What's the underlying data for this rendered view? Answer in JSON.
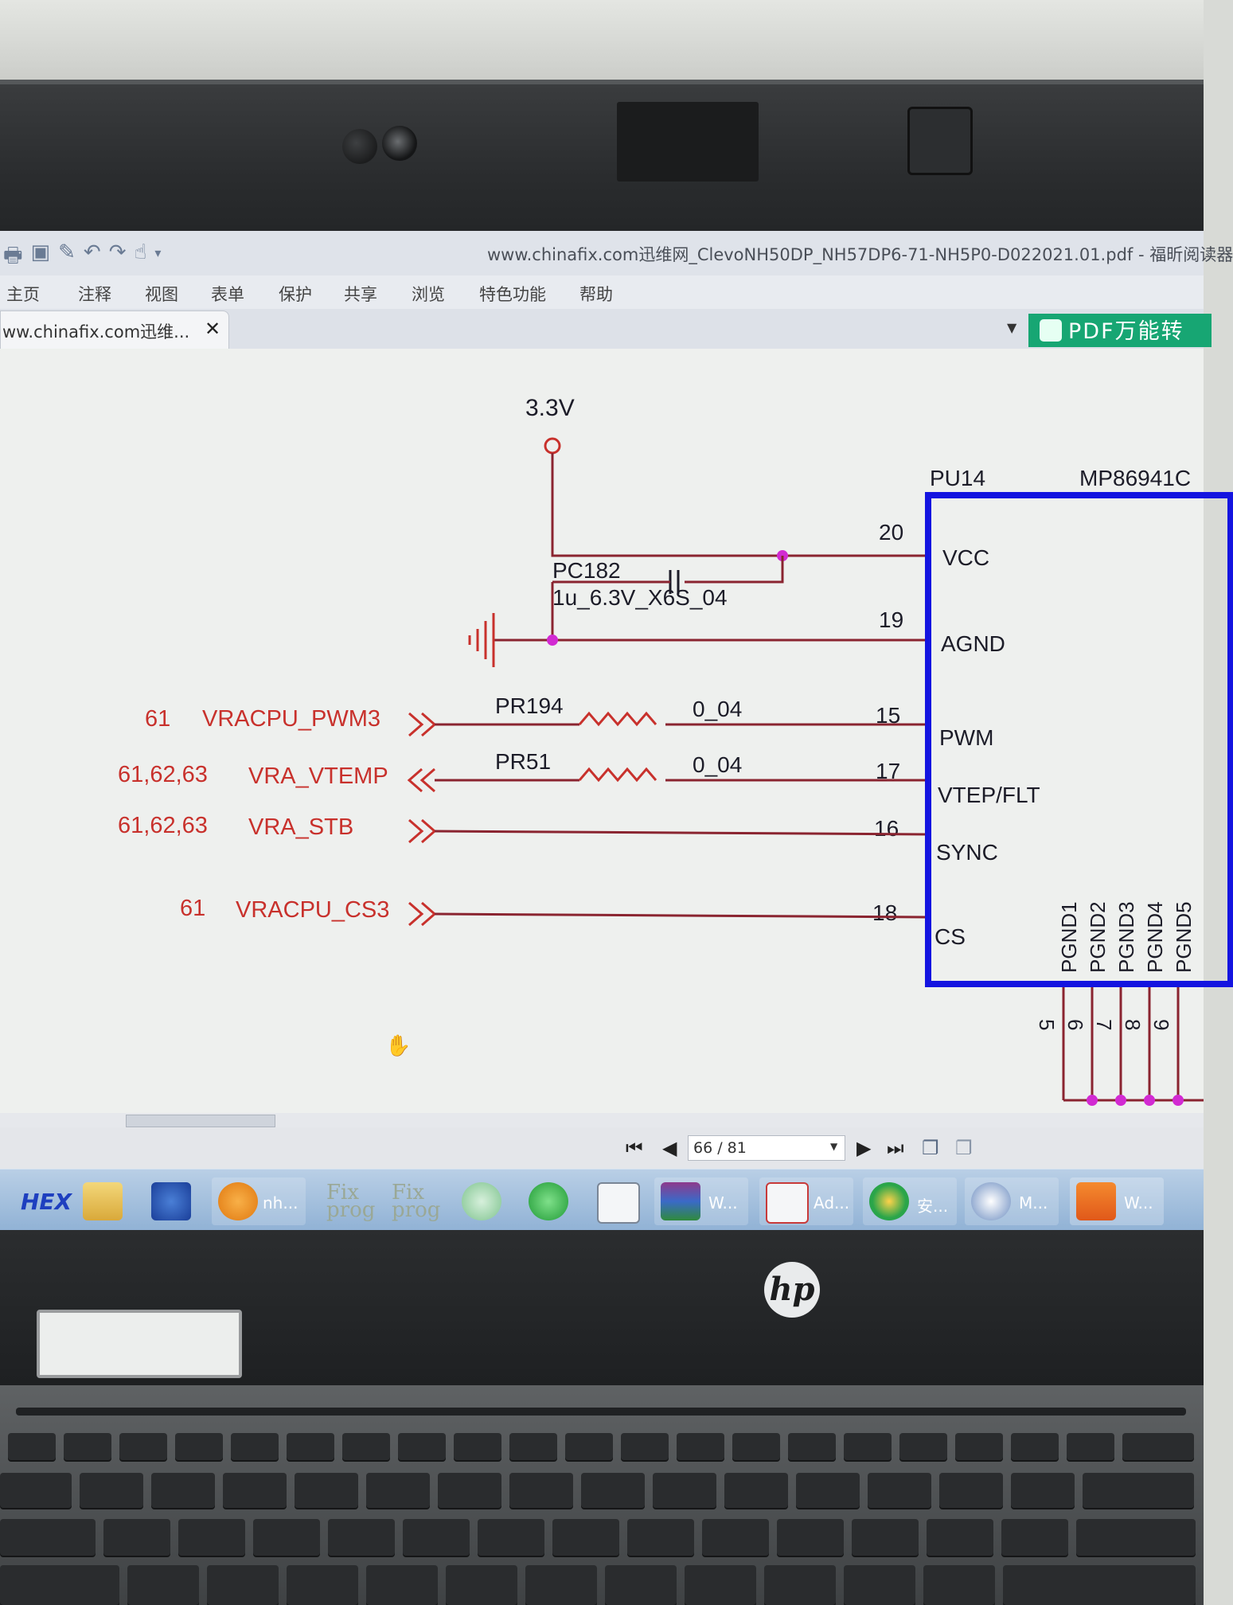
{
  "window": {
    "title": "www.chinafix.com迅维网_ClevoNH50DP_NH57DP6-71-NH5P0-D022021.01.pdf - 福昕阅读器",
    "quick_access": [
      "print-icon",
      "save-icon",
      "open-icon",
      "undo-icon",
      "redo-icon",
      "hand-tool-icon",
      "customize-dropdown-icon"
    ]
  },
  "menu": [
    "主页",
    "注释",
    "视图",
    "表单",
    "保护",
    "共享",
    "浏览",
    "特色功能",
    "帮助"
  ],
  "tab": {
    "label": "ww.chinafix.com迅维...",
    "close": "✕"
  },
  "promo": {
    "label": "PDF万能转"
  },
  "schematic": {
    "power_label": "3.3V",
    "ic_ref": "PU14",
    "ic_part": "MP86941C",
    "cap_ref": "PC182",
    "cap_value": "1u_6.3V_X6S_04",
    "pins": [
      {
        "num": "20",
        "name": "VCC"
      },
      {
        "num": "19",
        "name": "AGND"
      },
      {
        "num": "15",
        "name": "PWM"
      },
      {
        "num": "17",
        "name": "VTEP/FLT"
      },
      {
        "num": "16",
        "name": "SYNC"
      },
      {
        "num": "18",
        "name": "CS"
      }
    ],
    "signals": [
      {
        "pages": "61",
        "net": "VRACPU_PWM3",
        "res_ref": "PR194",
        "res_val": "0_04"
      },
      {
        "pages": "61,62,63",
        "net": "VRA_VTEMP",
        "res_ref": "PR51",
        "res_val": "0_04"
      },
      {
        "pages": "61,62,63",
        "net": "VRA_STB"
      },
      {
        "pages": "61",
        "net": "VRACPU_CS3"
      }
    ],
    "pgnd_pins": [
      {
        "name": "PGND1",
        "num": "5"
      },
      {
        "name": "PGND2",
        "num": "6"
      },
      {
        "name": "PGND3",
        "num": "7"
      },
      {
        "name": "PGND4",
        "num": "8"
      },
      {
        "name": "PGND5",
        "num": "9"
      }
    ],
    "colors": {
      "wire": "#c8312c",
      "ic_border": "#1414e0",
      "junction": "#d22ad2",
      "text": "#1c1c28",
      "net_text": "#c8312c"
    }
  },
  "navigation": {
    "page_indicator": "66 / 81"
  },
  "taskbar": {
    "items": [
      {
        "icon": "hex-app-icon",
        "label": "HEX"
      },
      {
        "icon": "folder-icon",
        "label": ""
      },
      {
        "icon": "media-icon",
        "label": ""
      },
      {
        "icon": "search-app-icon",
        "label": "nh..."
      },
      {
        "icon": "fixprog-icon",
        "label": "Fix prog"
      },
      {
        "icon": "fixprog-icon",
        "label": "Fix prog"
      },
      {
        "icon": "heart-app-icon",
        "label": ""
      },
      {
        "icon": "ie-icon",
        "label": ""
      },
      {
        "icon": "calculator-icon",
        "label": ""
      },
      {
        "icon": "winrar-icon",
        "label": "W..."
      },
      {
        "icon": "acrobat-icon",
        "label": "Ad..."
      },
      {
        "icon": "security-icon",
        "label": "安..."
      },
      {
        "icon": "magnifier-icon",
        "label": "M..."
      },
      {
        "icon": "foxit-icon",
        "label": "W..."
      }
    ]
  },
  "laptop": {
    "brand": "hp"
  }
}
